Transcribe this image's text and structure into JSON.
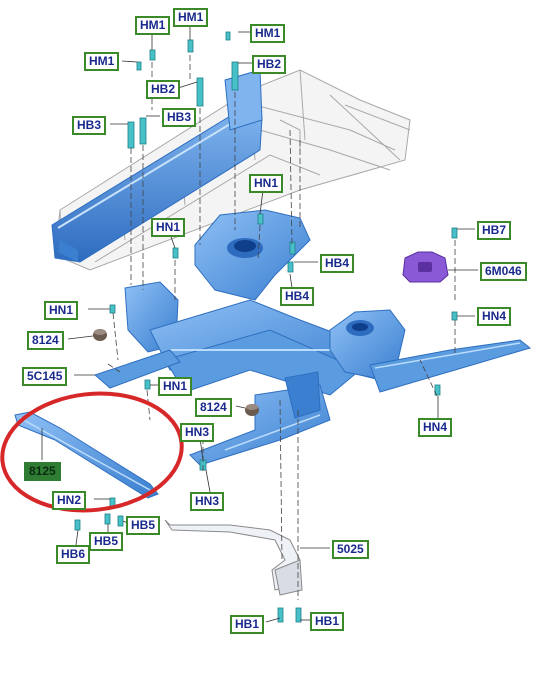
{
  "diagram": {
    "labels": {
      "hm1_top": "HM1",
      "hm1_left_upper": "HM1",
      "hm1_right": "HM1",
      "hm1_left": "HM1",
      "hb2_right": "HB2",
      "hb2_left": "HB2",
      "hb3_left": "HB3",
      "hb3_right": "HB3",
      "hn1_center": "HN1",
      "hn1_mid": "HN1",
      "hb7": "HB7",
      "hb4_right": "HB4",
      "hb4_below": "HB4",
      "part_6m046": "6M046",
      "hn1_left": "HN1",
      "hn4_right": "HN4",
      "part_8124_left": "8124",
      "part_5c145": "5C145",
      "hn1_lower": "HN1",
      "part_8124_mid": "8124",
      "hn4_lower": "HN4",
      "hn3_upper": "HN3",
      "part_8125": "8125",
      "hn2": "HN2",
      "hn3_lower": "HN3",
      "hb5_right": "HB5",
      "hb5_left": "HB5",
      "hb6": "HB6",
      "part_5025": "5025",
      "hb1_left": "HB1",
      "hb1_right": "HB1"
    },
    "colors": {
      "part_blue": "#5b9be0",
      "part_blue_dark": "#2f6fc0",
      "label_border": "#3a8a2a",
      "label_text": "#1a2a8c",
      "highlight_fill": "#2f7d32",
      "callout_circle": "#d62828",
      "bushing_purple": "#8a5ad6",
      "body_outline": "#9a9a9a"
    }
  }
}
